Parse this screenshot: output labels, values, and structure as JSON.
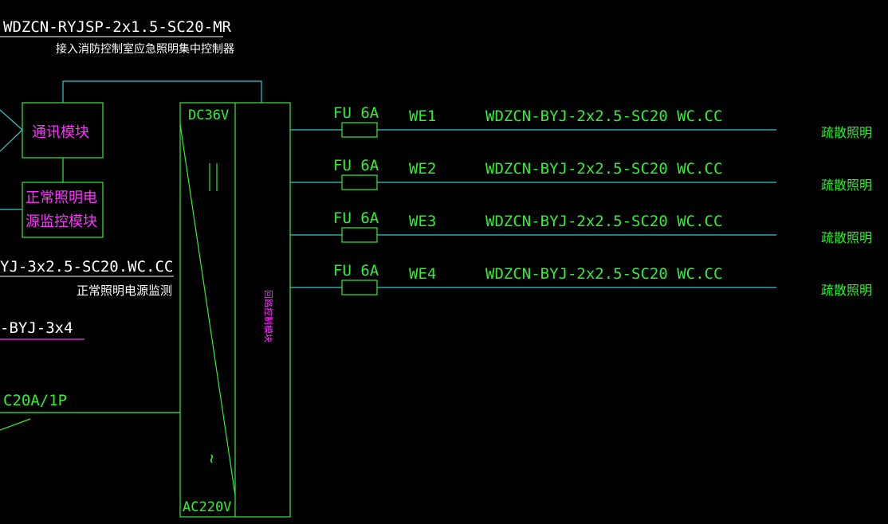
{
  "colors": {
    "background": "#000000",
    "white_text": "#ffffff",
    "green": "#33ee33",
    "cyan": "#33cccc",
    "magenta": "#ff33ff"
  },
  "top_cable": {
    "label": "WDZCN-RYJSP-2x1.5-SC20-MR",
    "sublabel": "接入消防控制室应急照明集中控制器"
  },
  "left": {
    "comm_module": "通讯模块",
    "monitor_module_line1": "正常照明电",
    "monitor_module_line2": "源监控模块",
    "cable_label": "YJ-3x2.5-SC20.WC.CC",
    "cable_sublabel": "正常照明电源监测",
    "cable2_label": "-BYJ-3x4",
    "breaker_label": "C20A/1P"
  },
  "power_box": {
    "dc_label": "DC36V",
    "ac_label": "AC220V",
    "dc_symbol": "—  —",
    "ac_symbol": "~",
    "loop_module": "回路控制模块"
  },
  "circuits": [
    {
      "fuse": "FU 6A",
      "id": "WE1",
      "cable": "WDZCN-BYJ-2x2.5-SC20 WC.CC",
      "load": "疏散照明"
    },
    {
      "fuse": "FU 6A",
      "id": "WE2",
      "cable": "WDZCN-BYJ-2x2.5-SC20 WC.CC",
      "load": "疏散照明"
    },
    {
      "fuse": "FU 6A",
      "id": "WE3",
      "cable": "WDZCN-BYJ-2x2.5-SC20 WC.CC",
      "load": "疏散照明"
    },
    {
      "fuse": "FU 6A",
      "id": "WE4",
      "cable": "WDZCN-BYJ-2x2.5-SC20 WC.CC",
      "load": "疏散照明"
    }
  ]
}
